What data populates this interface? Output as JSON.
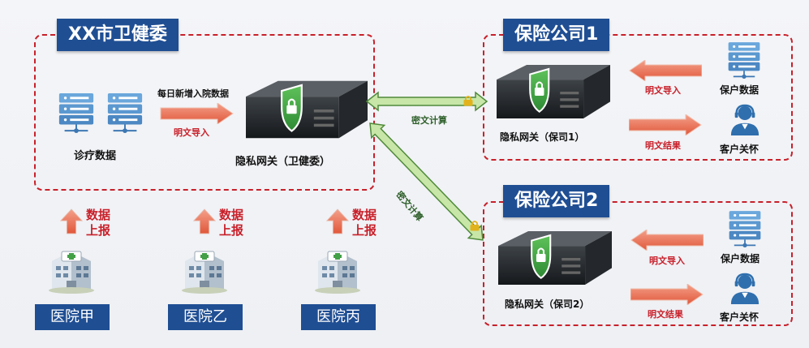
{
  "health_commission": {
    "title": "XX市卫健委",
    "db_label": "诊疗数据",
    "arrow_top_label": "每日新增入院数据",
    "arrow_bottom_label": "明文导入",
    "gateway_label": "隐私网关（卫健委）"
  },
  "insurer1": {
    "title": "保险公司1",
    "gateway_label": "隐私网关（保司1）",
    "import_label": "明文导入",
    "result_label": "明文结果",
    "db_label": "保户数据",
    "care_label": "客户关怀"
  },
  "insurer2": {
    "title": "保险公司2",
    "gateway_label": "隐私网关（保司2）",
    "import_label": "明文导入",
    "result_label": "明文结果",
    "db_label": "保户数据",
    "care_label": "客户关怀"
  },
  "links": {
    "to_insurer1": "密文计算",
    "to_insurer2": "密文计算"
  },
  "upload_label_line1": "数据",
  "upload_label_line2": "上报",
  "hospitals": [
    "医院甲",
    "医院乙",
    "医院丙"
  ]
}
